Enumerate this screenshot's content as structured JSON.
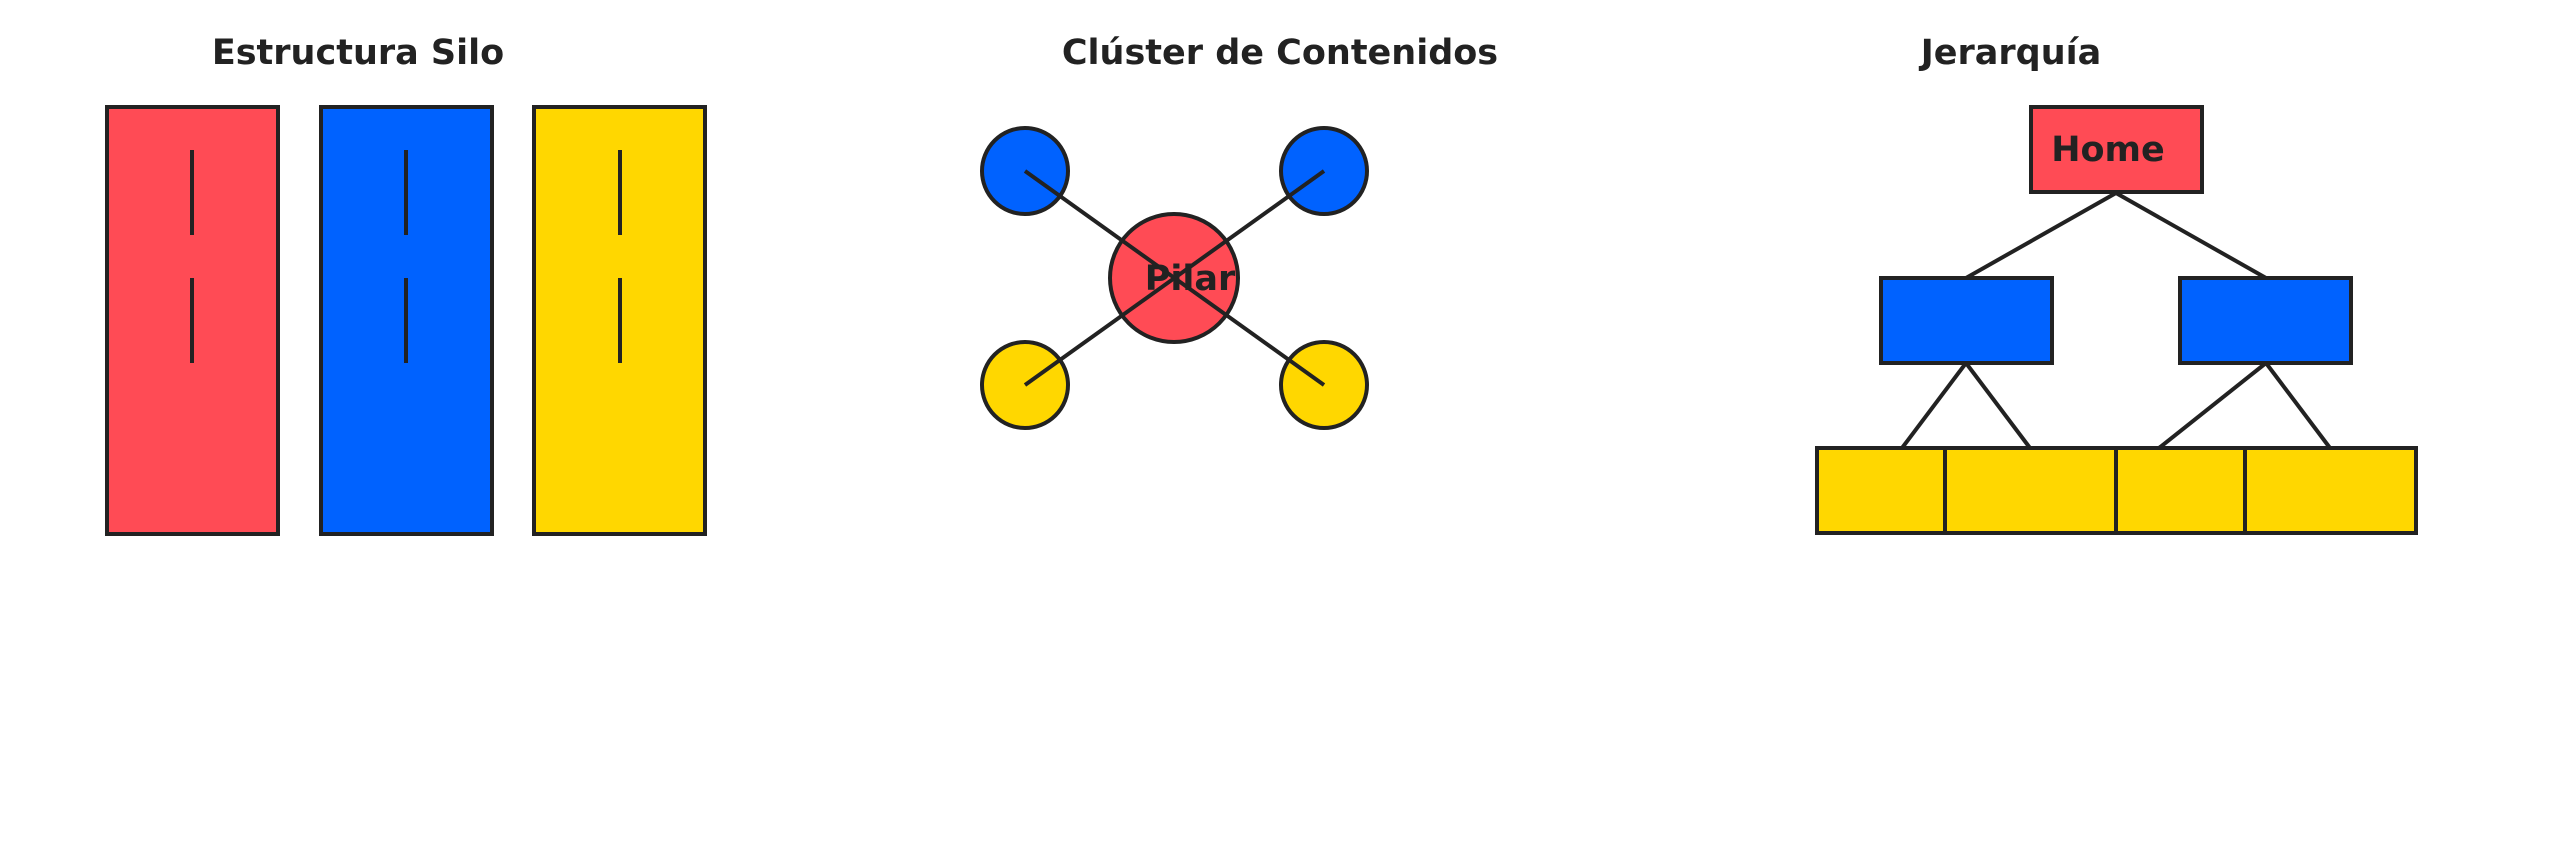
{
  "colors": {
    "red": "#ff4b55",
    "blue": "#0062ff",
    "yellow": "#ffd700",
    "outline": "#222222",
    "background": "#ffffff"
  },
  "silo": {
    "title": "Estructura Silo",
    "columns": [
      {
        "color": "red",
        "inner_marks": 2
      },
      {
        "color": "blue",
        "inner_marks": 2
      },
      {
        "color": "yellow",
        "inner_marks": 2
      }
    ]
  },
  "cluster": {
    "title": "Clúster de Contenidos",
    "center_label": "Pilar",
    "center_color": "red",
    "satellites": [
      "blue",
      "blue",
      "yellow",
      "yellow"
    ]
  },
  "hierarchy": {
    "title": "Jerarquía",
    "root_label": "Home",
    "root_color": "red",
    "level2_color": "blue",
    "level3_color": "yellow",
    "level2_count": 2,
    "level3_count": 4
  }
}
